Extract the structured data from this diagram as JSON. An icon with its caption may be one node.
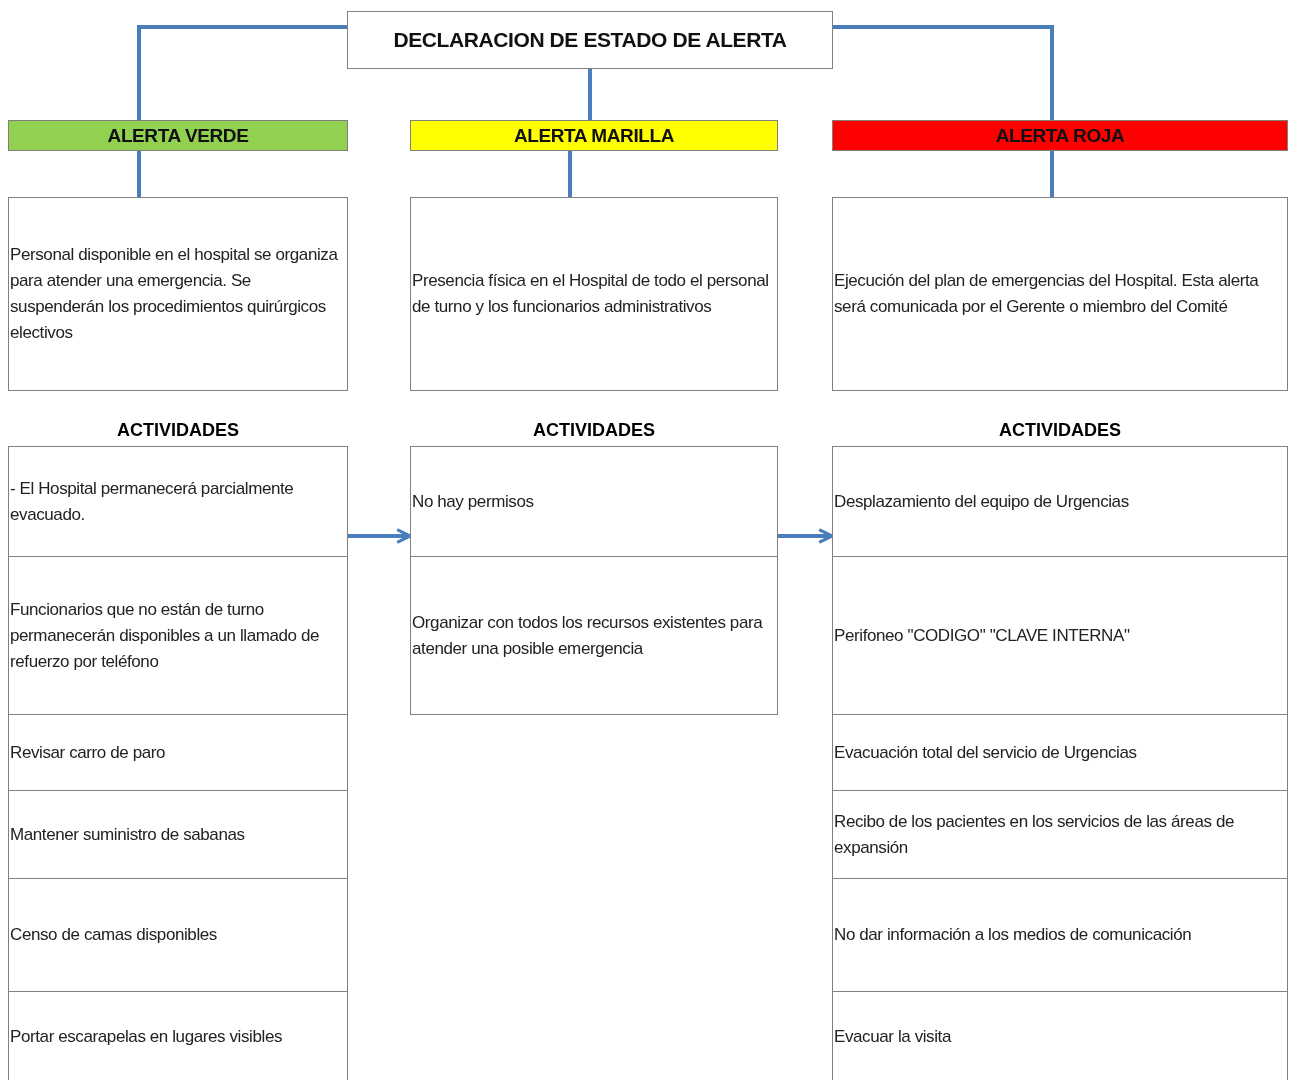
{
  "diagram": {
    "nodes": [
      {
        "text": [
          "DECLARACION DE ESTADO DE ALERTA"
        ]
      },
      {
        "text": [
          "ALERTA VERDE"
        ]
      },
      {
        "text": [
          "ALERTA MARILLA"
        ]
      },
      {
        "text": [
          "ALERTA ROJA"
        ]
      },
      {
        "text": [
          "Personal disponible en el hospital se organiza para atender una emergencia. Se suspenderán los procedimientos quirúrgicos electivos"
        ]
      },
      {
        "text": [
          "Presencia física en el Hospital de todo el personal de turno y los funcionarios administrativos"
        ]
      },
      {
        "text": [
          "Ejecución del plan de emergencias del Hospital. Esta alerta será comunicada por el Gerente o miembro del Comité"
        ]
      },
      {
        "text": [
          "- El Hospital permanecerá parcialmente evacuado."
        ]
      },
      {
        "text": [
          "Funcionarios que no están de turno permanecerán disponibles a un llamado de refuerzo por teléfono"
        ]
      },
      {
        "text": [
          "Revisar carro de paro"
        ]
      },
      {
        "text": [
          "Mantener suministro de sabanas"
        ]
      },
      {
        "text": [
          "Censo de camas disponibles"
        ]
      },
      {
        "text": [
          "Portar escarapelas en lugares visibles"
        ]
      },
      {
        "text": [
          "No hay permisos"
        ]
      },
      {
        "text": [
          "Organizar con todos los recursos existentes para atender una posible emergencia"
        ]
      },
      {
        "text": [
          "Desplazamiento del equipo de Urgencias"
        ]
      },
      {
        "text": [
          "Perifoneo \"CODIGO\" \"CLAVE INTERNA\""
        ]
      },
      {
        "text": [
          "Evacuación total del servicio de Urgencias"
        ]
      },
      {
        "text": [
          "Recibo de los pacientes en los servicios de las áreas de expansión"
        ]
      },
      {
        "text": [
          "No dar información a los medios de comunicación"
        ]
      },
      {
        "text": [
          "Evacuar la visita"
        ]
      }
    ],
    "edges": [
      {
        "from": 0,
        "to": 1,
        "arrow": "none"
      },
      {
        "from": 0,
        "to": 2,
        "arrow": "none"
      },
      {
        "from": 0,
        "to": 3,
        "arrow": "none"
      },
      {
        "from": 1,
        "to": 4,
        "arrow": "none"
      },
      {
        "from": 2,
        "to": 5,
        "arrow": "none"
      },
      {
        "from": 3,
        "to": 6,
        "arrow": "none"
      },
      {
        "from": 7,
        "to": 13,
        "arrow": "to"
      },
      {
        "from": 13,
        "to": 15,
        "arrow": "to"
      }
    ],
    "labels": [
      "ACTIVIDADES",
      "ACTIVIDADES",
      "ACTIVIDADES"
    ]
  }
}
